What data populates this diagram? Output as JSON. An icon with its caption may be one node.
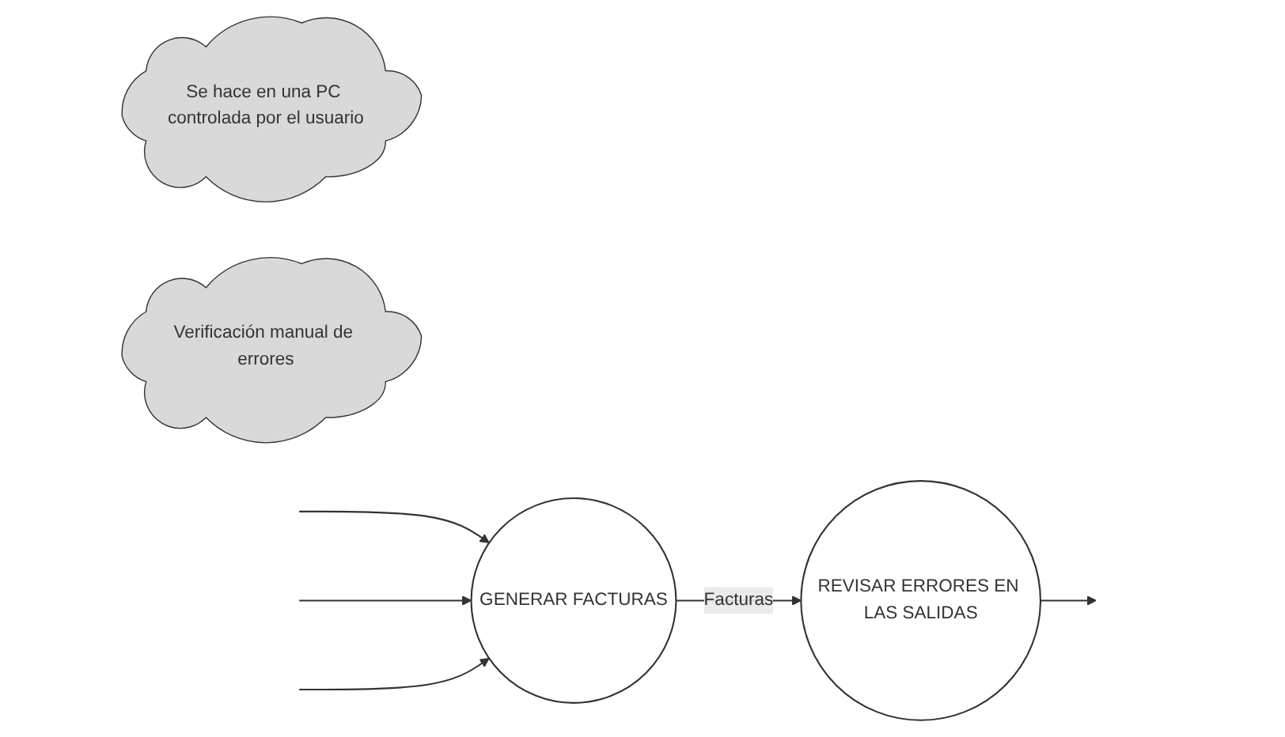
{
  "diagram": {
    "nodes": [
      {
        "text": [
          "GENERAR FACTURAS"
        ]
      },
      {
        "text": [
          "REVISAR ERRORES EN LAS SALIDAS"
        ]
      },
      {
        "text": [
          "Se hace en una PC controlada por el usuario"
        ]
      },
      {
        "text": [
          "Verificación manual de errores"
        ]
      }
    ],
    "edges": [
      {
        "from": null,
        "to": 0,
        "arrow": "to"
      },
      {
        "from": null,
        "to": 0,
        "arrow": "to"
      },
      {
        "from": null,
        "to": 0,
        "arrow": "to"
      },
      {
        "from": 0,
        "to": 1,
        "label": "Facturas",
        "arrow": "to"
      },
      {
        "from": 1,
        "to": null,
        "arrow": "to"
      }
    ]
  }
}
